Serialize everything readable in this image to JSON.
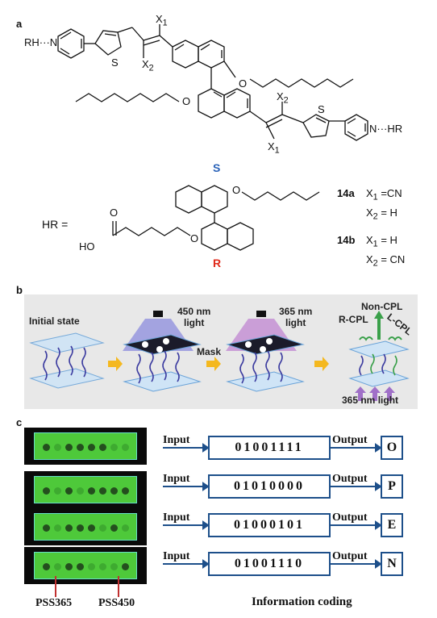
{
  "panels": {
    "a": "a",
    "b": "b",
    "c": "c"
  },
  "panel_a": {
    "rh_label": "RH",
    "hr_label": "HR",
    "n_label": "N",
    "s_label": "S",
    "o_label": "O",
    "x1": "X",
    "x1_sub": "1",
    "x2": "X",
    "x2_sub": "2",
    "stereo_s": "S",
    "stereo_r": "R",
    "hr_eq": "HR =",
    "ho_label": "HO",
    "compounds": [
      {
        "id": "14a",
        "line1_pre": "X",
        "line1_sub": "1",
        "line1_post": " =CN",
        "line2_pre": "X",
        "line2_sub": "2",
        "line2_post": " = H"
      },
      {
        "id": "14b",
        "line1_pre": "X",
        "line1_sub": "1",
        "line1_post": " = H",
        "line2_pre": "X",
        "line2_sub": "2",
        "line2_post": " = CN"
      }
    ],
    "colors": {
      "s": "#2a62b8",
      "r": "#e02a1a"
    }
  },
  "panel_b": {
    "initial_state": "Initial state",
    "light450": "450 nm\nlight",
    "light365": "365 nm\nlight",
    "mask": "Mask",
    "non_cpl": "Non-CPL",
    "r_cpl": "R-CPL",
    "l_cpl": "L-CPL",
    "bottom_light": "365 nm light"
  },
  "panel_c": {
    "rows": [
      {
        "input": "Input",
        "code": "01001111",
        "output": "Output",
        "letter": "O",
        "dots": [
          1,
          0,
          1,
          1,
          1,
          1,
          0,
          0
        ]
      },
      {
        "input": "Input",
        "code": "01010000",
        "output": "Output",
        "letter": "P",
        "dots": [
          1,
          0,
          1,
          0,
          1,
          1,
          1,
          1
        ]
      },
      {
        "input": "Input",
        "code": "01000101",
        "output": "Output",
        "letter": "E",
        "dots": [
          1,
          0,
          1,
          1,
          1,
          0,
          1,
          0
        ]
      },
      {
        "input": "Input",
        "code": "01001110",
        "output": "Output",
        "letter": "N",
        "dots": [
          1,
          0,
          1,
          1,
          0,
          0,
          0,
          1
        ]
      }
    ],
    "pss365": "PSS365",
    "pss450": "PSS450",
    "footer": "Information coding"
  }
}
